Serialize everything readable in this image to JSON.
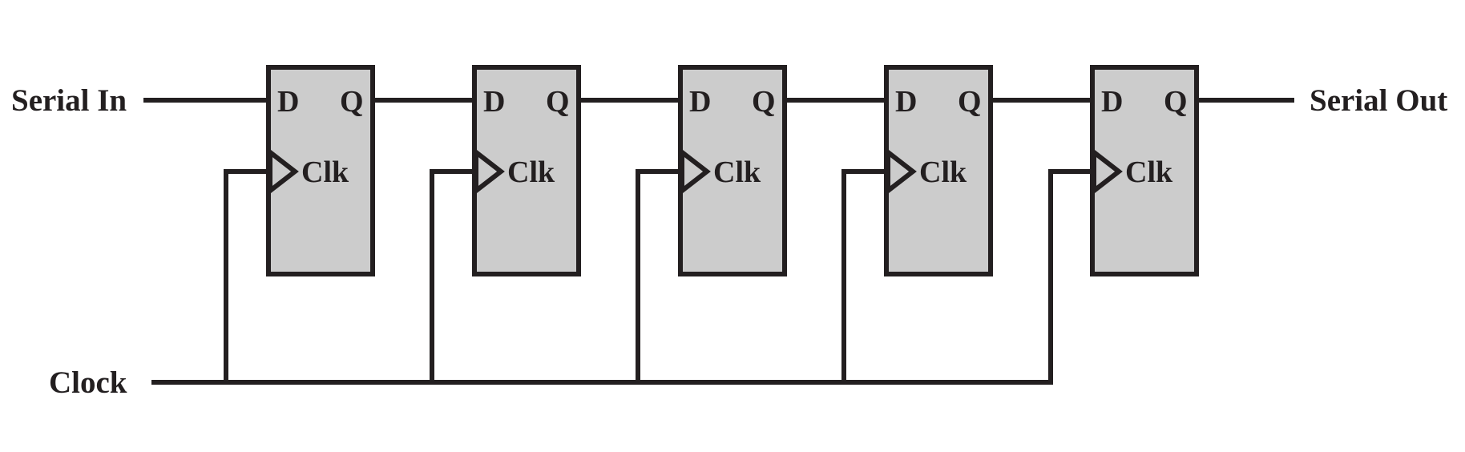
{
  "diagram": {
    "inputs": {
      "serial_in": "Serial In",
      "clock": "Clock"
    },
    "outputs": {
      "serial_out": "Serial Out"
    },
    "flip_flops": [
      {
        "d": "D",
        "q": "Q",
        "clk": "Clk"
      },
      {
        "d": "D",
        "q": "Q",
        "clk": "Clk"
      },
      {
        "d": "D",
        "q": "Q",
        "clk": "Clk"
      },
      {
        "d": "D",
        "q": "Q",
        "clk": "Clk"
      },
      {
        "d": "D",
        "q": "Q",
        "clk": "Clk"
      }
    ],
    "colors": {
      "line": "#231f20",
      "flip_flop_fill": "#cccccc",
      "background": "#ffffff"
    }
  }
}
